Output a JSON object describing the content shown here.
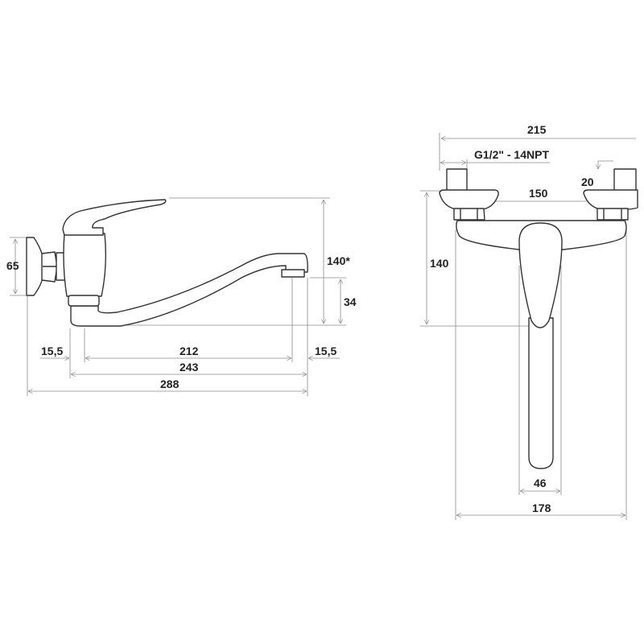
{
  "side_view": {
    "dims": {
      "height_total": "140*",
      "spout_height": "34",
      "flange_height": "65",
      "offset_left": "15,5",
      "spout_reach": "212",
      "offset_right": "15,5",
      "body_to_spout": "243",
      "overall_length": "288"
    }
  },
  "front_view": {
    "dims": {
      "overall_width": "215",
      "thread": "G1/2\" - 14NPT",
      "flange_depth": "20",
      "inlet_spacing": "150",
      "height": "140",
      "spout_width": "46",
      "body_width": "178"
    }
  }
}
